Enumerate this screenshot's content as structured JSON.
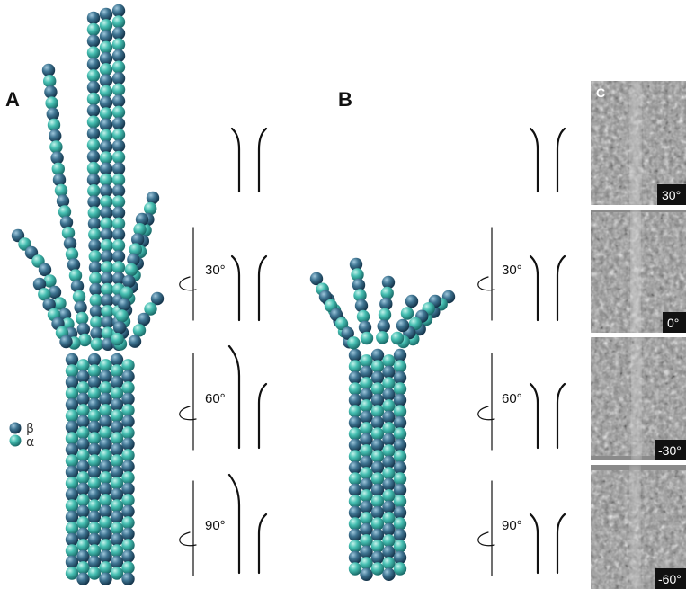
{
  "panels": {
    "a": {
      "letter": "A"
    },
    "b": {
      "letter": "B"
    },
    "c": {
      "letter": "C"
    }
  },
  "legend": {
    "beta": "β",
    "alpha": "α",
    "colors": {
      "beta": "#3a6f8f",
      "alpha": "#4fc1b5"
    }
  },
  "rotations": {
    "a": [
      "30°",
      "60°",
      "90°"
    ],
    "b": [
      "30°",
      "60°",
      "90°"
    ]
  },
  "tomogram": {
    "labels": [
      "30°",
      "0°",
      "-30°",
      "-60°"
    ]
  }
}
